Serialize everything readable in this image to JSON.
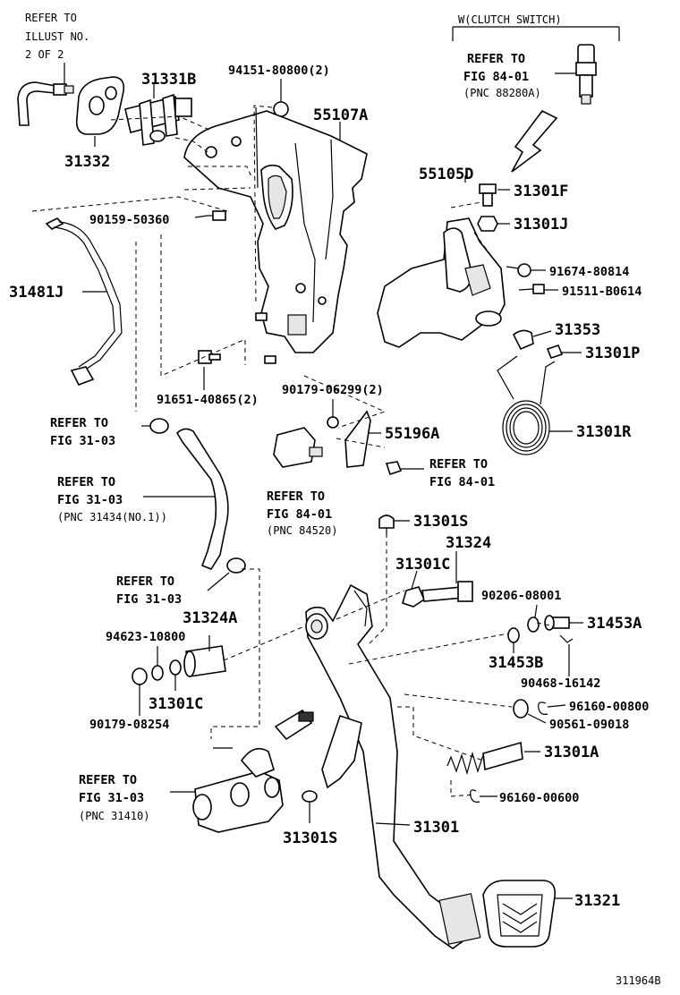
{
  "labels": {
    "p31331B": "31331B",
    "p31332": "31332",
    "p94151": "94151-80800(2)",
    "p55107A": "55107A",
    "p90159": "90159-50360",
    "p31481J": "31481J",
    "p91651": "91651-40865(2)",
    "p90179_06299": "90179-06299(2)",
    "p55196A": "55196A",
    "p55105D": "55105D",
    "p31301F": "31301F",
    "p31301J": "31301J",
    "p91674": "91674-80814",
    "p91511": "91511-B0614",
    "p31353": "31353",
    "p31301P": "31301P",
    "p31301R": "31301R",
    "p31301S_top": "31301S",
    "p31324": "31324",
    "p31301C_top": "31301C",
    "p90206": "90206-08001",
    "p31453A": "31453A",
    "p31453B": "31453B",
    "p90468": "90468-16142",
    "p31324A": "31324A",
    "p94623": "94623-10800",
    "p31301C_left": "31301C",
    "p90179_08254": "90179-08254",
    "p96160_00800": "96160-00800",
    "p90561": "90561-09018",
    "p31301A": "31301A",
    "p96160_00600": "96160-00600",
    "p31301S_bottom": "31301S",
    "p31301": "31301",
    "p31321": "31321"
  },
  "refs": {
    "illust_line1": "REFER TO",
    "illust_line2": "ILLUST NO.",
    "illust_line3": "2 OF 2",
    "clutch_switch_header": "W(CLUTCH SWITCH)",
    "fig8401_a_line1": "REFER TO",
    "fig8401_a_line2": "FIG 84-01",
    "fig8401_a_pnc": "(PNC 88280A)",
    "fig3103_a_line1": "REFER TO",
    "fig3103_a_line2": "FIG 31-03",
    "fig8401_b_line1": "REFER TO",
    "fig8401_b_line2": "FIG 84-01",
    "fig3103_b_line1": "REFER TO",
    "fig3103_b_line2": "FIG 31-03",
    "fig3103_b_pnc": "(PNC 31434(NO.1))",
    "fig8401_c_line1": "REFER TO",
    "fig8401_c_line2": "FIG 84-01",
    "fig8401_c_pnc": "(PNC 84520)",
    "fig3103_c_line1": "REFER TO",
    "fig3103_c_line2": "FIG 31-03",
    "fig3103_d_line1": "REFER TO",
    "fig3103_d_line2": "FIG 31-03",
    "fig3103_d_pnc": "(PNC 31410)"
  },
  "footer": {
    "diagram_code": "311964B"
  }
}
